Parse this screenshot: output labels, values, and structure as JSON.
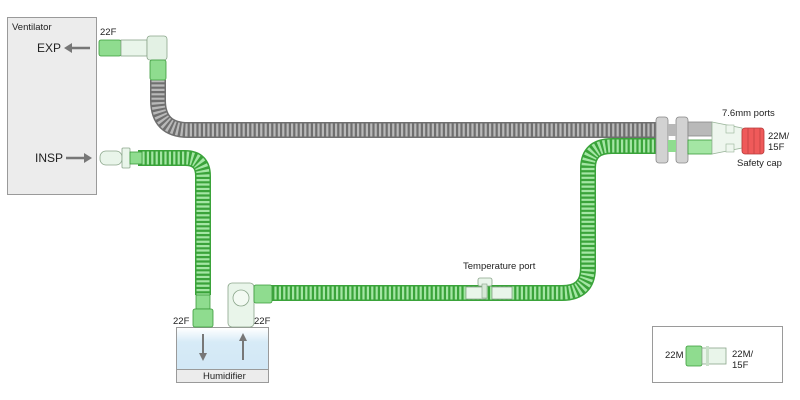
{
  "ventilator": {
    "title": "Ventilator",
    "exp_label": "EXP",
    "insp_label": "INSP"
  },
  "connectors": {
    "exp_size": "22F",
    "humidifier_in_size": "22F",
    "humidifier_out_size": "22F",
    "wye_size_line1": "22M/",
    "wye_size_line2": "15F"
  },
  "humidifier": {
    "title": "Humidifier"
  },
  "callouts": {
    "temperature_port": "Temperature port",
    "ports": "7.6mm ports",
    "safety_cap": "Safety cap"
  },
  "legend": {
    "left_label": "22M",
    "right_line1": "22M/",
    "right_line2": "15F"
  },
  "colors": {
    "expiratory_tube": "#a9a9a9",
    "inspiratory_tube": "#8ed98e",
    "safety_cap": "#ef5a5a",
    "ventilator_box": "#ececec",
    "humidifier_water": "#d7ebf7"
  }
}
